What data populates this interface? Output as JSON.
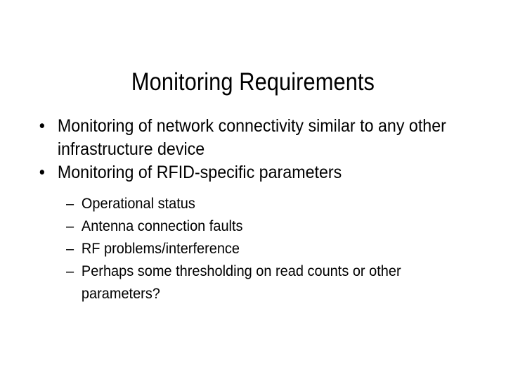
{
  "slide": {
    "title": "Monitoring Requirements",
    "background_color": "#ffffff",
    "text_color": "#000000",
    "level1_marker": "•",
    "level2_marker": "–",
    "bullets": [
      {
        "level": 1,
        "text": "Monitoring of network connectivity similar to any other infrastructure device"
      },
      {
        "level": 1,
        "text": "Monitoring of RFID-specific parameters"
      }
    ],
    "sub_bullets": [
      {
        "level": 2,
        "text": "Operational status"
      },
      {
        "level": 2,
        "text": "Antenna connection faults"
      },
      {
        "level": 2,
        "text": "RF problems/interference"
      },
      {
        "level": 2,
        "text": "Perhaps some thresholding on read counts or other parameters?"
      }
    ]
  }
}
